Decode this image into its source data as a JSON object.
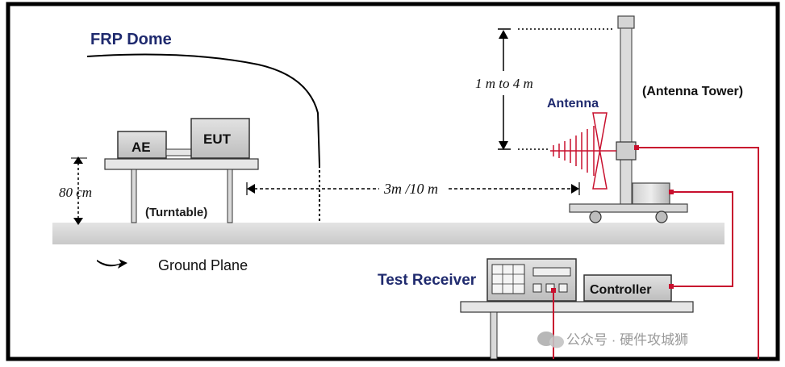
{
  "labels": {
    "frp_dome": "FRP Dome",
    "ae": "AE",
    "eut": "EUT",
    "height_80cm": "80 cm",
    "turntable": "(Turntable)",
    "ground_plane": "Ground Plane",
    "distance": "3m /10 m",
    "height_range": "1 m to 4 m",
    "antenna": "Antenna",
    "antenna_tower": "(Antenna Tower)",
    "test_receiver": "Test Receiver",
    "controller": "Controller",
    "watermark": "公众号 · 硬件攻城狮"
  },
  "colors": {
    "frame": "#000000",
    "surface_gray": "#d7d7d7",
    "equipment_gray": "#cfcfcf",
    "cable_red": "#c8102e",
    "label_navy": "#1f2a6e",
    "text_dark": "#1a1a1a"
  }
}
